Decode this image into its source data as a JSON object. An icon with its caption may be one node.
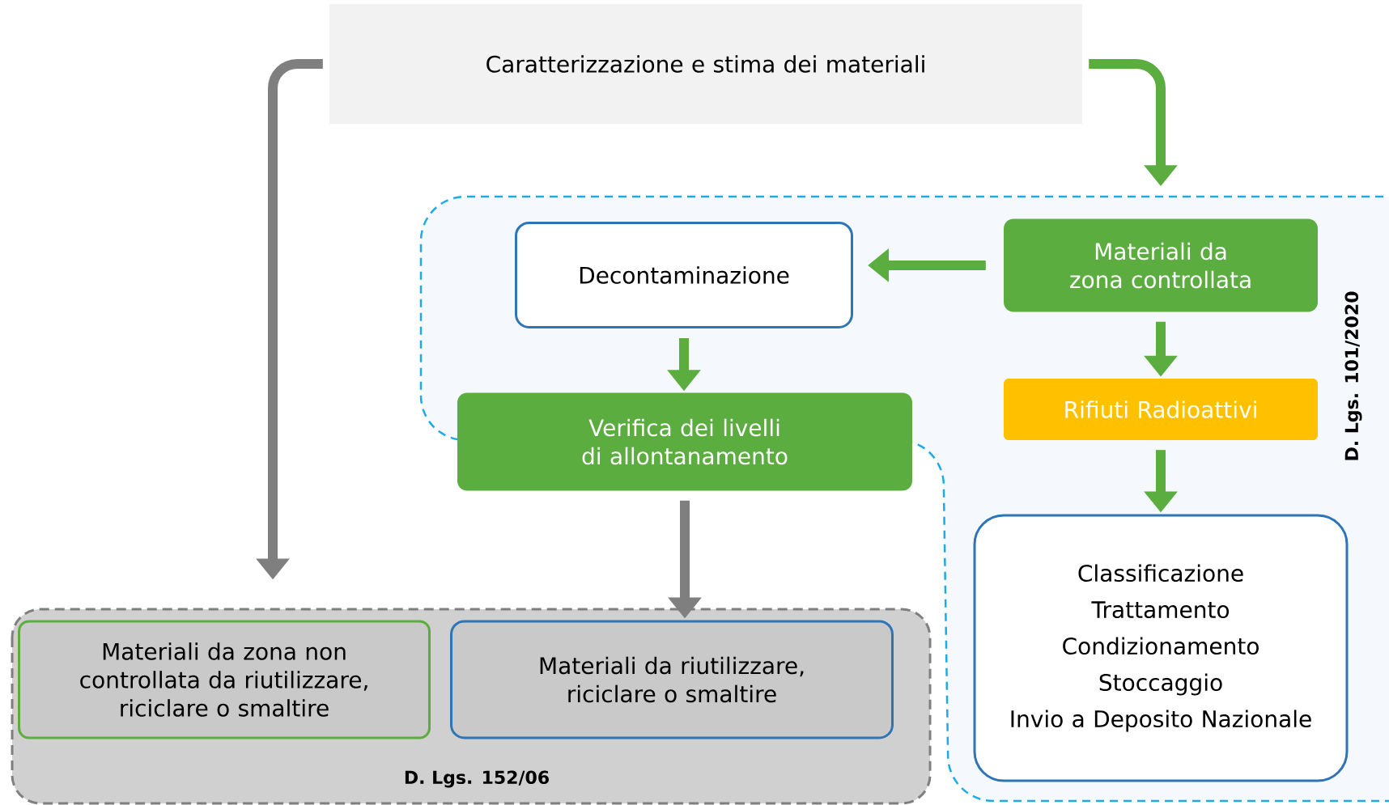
{
  "diagram": {
    "nodes": [
      {
        "text": [
          "Caratterizzazione e stima dei materiali"
        ]
      },
      {
        "text": [
          "D. Lgs. 101/2020"
        ]
      },
      {
        "text": [
          "Decontaminazione"
        ],
        "in": 1
      },
      {
        "text": [
          "Materiali da zona controllata"
        ],
        "in": 1
      },
      {
        "text": [
          "Verifica dei livelli di allontanamento"
        ]
      },
      {
        "text": [
          "Rifiuti Radioattivi"
        ],
        "in": 1
      },
      {
        "text": [
          "Classificazione",
          "Trattamento",
          "Condizionamento",
          "Stoccaggio",
          "Invio a Deposito Nazionale"
        ],
        "in": 1
      },
      {
        "text": [
          "D. Lgs. 152/06"
        ]
      },
      {
        "text": [
          "Materiali da zona non controllata da riutilizzare, riciclare o smaltire"
        ],
        "in": 7
      },
      {
        "text": [
          "Materiali da riutilizzare, riciclare o smaltire"
        ],
        "in": 7
      }
    ],
    "edges": [
      {
        "from": 0,
        "to": 8,
        "arrow": "to",
        "color": "#7f7f7f"
      },
      {
        "from": 0,
        "to": 3,
        "arrow": "to"
      },
      {
        "from": 3,
        "to": 2,
        "arrow": "to"
      },
      {
        "from": 2,
        "to": 4,
        "arrow": "to"
      },
      {
        "from": 4,
        "to": 9,
        "arrow": "to",
        "color": "#7f7f7f"
      },
      {
        "from": 3,
        "to": 5,
        "arrow": "to"
      },
      {
        "from": 5,
        "to": 6,
        "arrow": "to"
      }
    ]
  }
}
